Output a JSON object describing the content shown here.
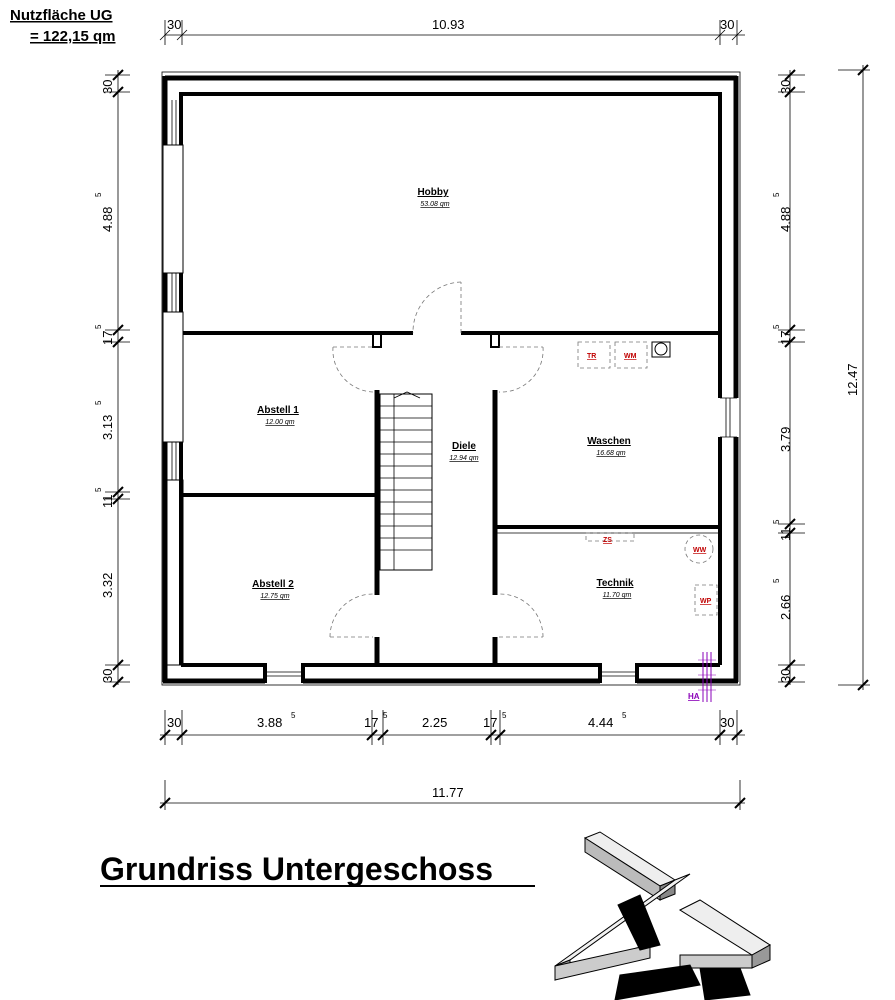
{
  "nutzflaeche": {
    "line1": "Nutzfläche UG",
    "line2": "= 122,15 qm"
  },
  "title": "Grundriss Untergeschoss",
  "rooms": {
    "hobby": {
      "name": "Hobby",
      "area": "53.08 qm"
    },
    "abstell1": {
      "name": "Abstell 1",
      "area": "12.00 qm"
    },
    "abstell2": {
      "name": "Abstell 2",
      "area": "12.75 qm"
    },
    "diele": {
      "name": "Diele",
      "area": "12.94 qm"
    },
    "waschen": {
      "name": "Waschen",
      "area": "16.68 qm"
    },
    "technik": {
      "name": "Technik",
      "area": "11.70 qm"
    }
  },
  "equipment": {
    "tr": "TR",
    "wm": "WM",
    "zs": "ZS",
    "ww": "WW",
    "wp": "WP",
    "ha": "HA"
  },
  "dims": {
    "top": {
      "left": "30",
      "mid": "10.93",
      "right": "30"
    },
    "bottom_segments": {
      "d1": "30",
      "d2": "3.88",
      "d2s": "5",
      "d3": "17",
      "d3s": "5",
      "d4": "2.25",
      "d5": "17",
      "d5s": "5",
      "d6": "4.44",
      "d6s": "5",
      "d7": "30"
    },
    "total_width": "11.77",
    "left": {
      "l1": "30",
      "l2": "4.88",
      "l2s": "5",
      "l3": "17",
      "l3s": "5",
      "l4": "3.13",
      "l4s": "5",
      "l5": "11",
      "l5s": "5",
      "l6": "3.32",
      "l7": "30"
    },
    "right": {
      "r1": "30",
      "r2": "4.88",
      "r2s": "5",
      "r3": "17",
      "r3s": "5",
      "r4": "3.79",
      "r5": "11",
      "r5s": "5",
      "r6": "2.66",
      "r6s": "5",
      "r7": "30"
    },
    "total_height": "12.47"
  }
}
